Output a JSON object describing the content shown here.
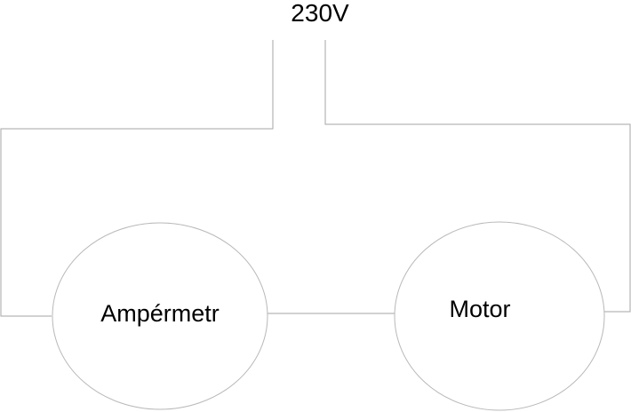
{
  "supply": {
    "label": "230V"
  },
  "components": {
    "ammeter": {
      "label": "Ampérmetr"
    },
    "motor": {
      "label": "Motor"
    }
  },
  "colors": {
    "wire": "#a6a6a6",
    "outline": "#b8b8b8",
    "text": "#000000",
    "background": "#ffffff"
  }
}
